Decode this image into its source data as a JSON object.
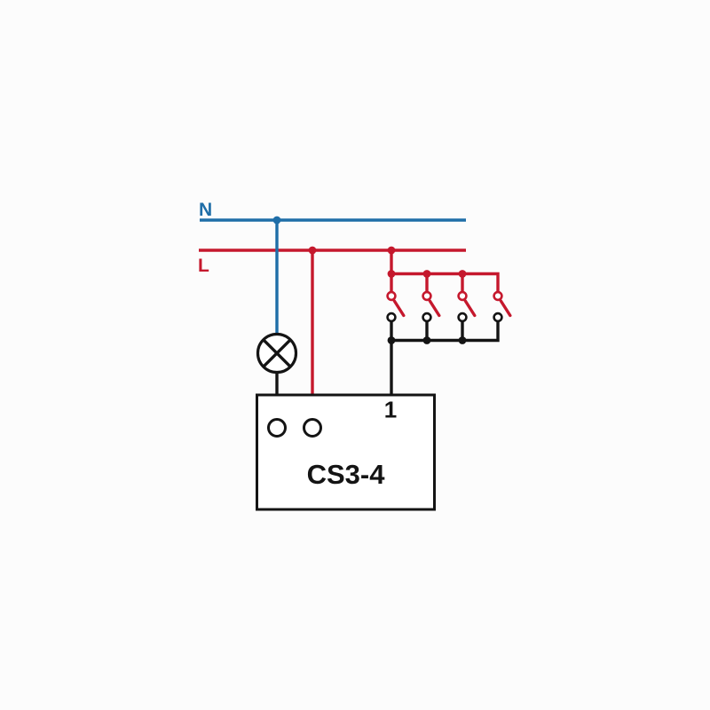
{
  "diagram": {
    "neutral_label": "N",
    "live_label": "L",
    "terminal_label": "1",
    "device_label": "CS3-4",
    "switch_count": 4,
    "colors": {
      "neutral": "#1f6ea8",
      "live": "#c5182d",
      "wire": "#141414",
      "background": "#fcfcfc"
    },
    "icons": {
      "lamp": "circle-with-diagonal-cross",
      "switch": "normally-open-switch-contact",
      "junction": "filled-dot",
      "arrow_up": "upward-arrowhead",
      "arrow_down": "downward-arrowhead"
    }
  }
}
